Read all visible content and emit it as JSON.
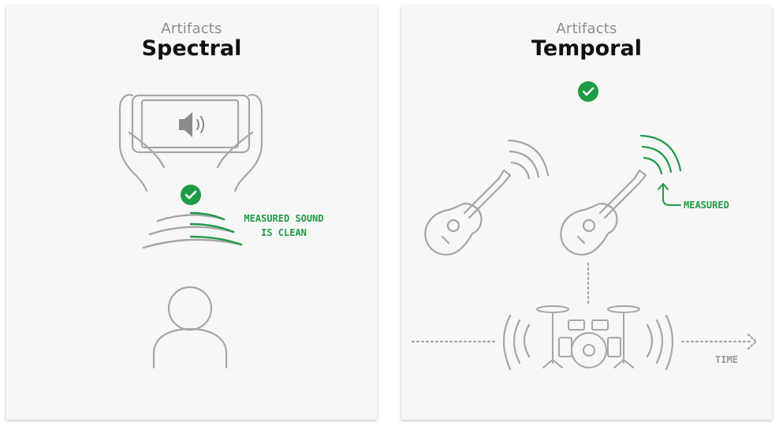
{
  "colors": {
    "accent_green": "#1f9b45",
    "line_gray": "#a6a6a6",
    "title_gray": "#8d8d8d",
    "title_black": "#111111",
    "panel_bg": "#f7f7f7"
  },
  "left_panel": {
    "pre_title": "Artifacts",
    "title": "Spectral",
    "label_line1": "MEASURED SOUND",
    "label_line2": "IS CLEAN",
    "icons": [
      "phone-in-hands-icon",
      "speaker-icon",
      "checkmark-icon",
      "sound-waves-icon",
      "person-icon"
    ]
  },
  "right_panel": {
    "pre_title": "Artifacts",
    "title": "Temporal",
    "measured_label": "MEASURED",
    "time_label": "TIME",
    "icons": [
      "checkmark-icon",
      "guitar-icon",
      "sound-waves-icon",
      "drum-kit-icon",
      "time-arrow-icon"
    ]
  }
}
